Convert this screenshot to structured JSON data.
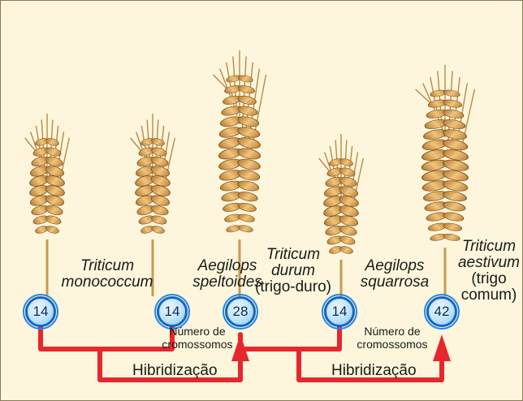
{
  "species": [
    {
      "name_l1": "Triticum",
      "name_l2": "monococcum",
      "chromosomes": "14"
    },
    {
      "name_l1": "Aegilops",
      "name_l2": "speltoides",
      "chromosomes": "14"
    },
    {
      "name_l1": "Triticum",
      "name_l2": "durum",
      "name_l3": "(trigo-duro)",
      "chromosomes": "28"
    },
    {
      "name_l1": "Aegilops",
      "name_l2": "squarrosa",
      "chromosomes": "14"
    },
    {
      "name_l1": "Triticum",
      "name_l2": "aestivum",
      "name_l3": "(trigo",
      "name_l4": "comum)",
      "chromosomes": "42"
    }
  ],
  "chromosome_label": {
    "line1": "Número de",
    "line2": "cromossomos"
  },
  "hybridization_label": "Hibridização",
  "colors": {
    "connector": "#e8262d",
    "badge_ring": "#1565c0",
    "badge_fill": "#bfe3fb",
    "background": "#fdf6dc",
    "grain": "#d9a654"
  }
}
